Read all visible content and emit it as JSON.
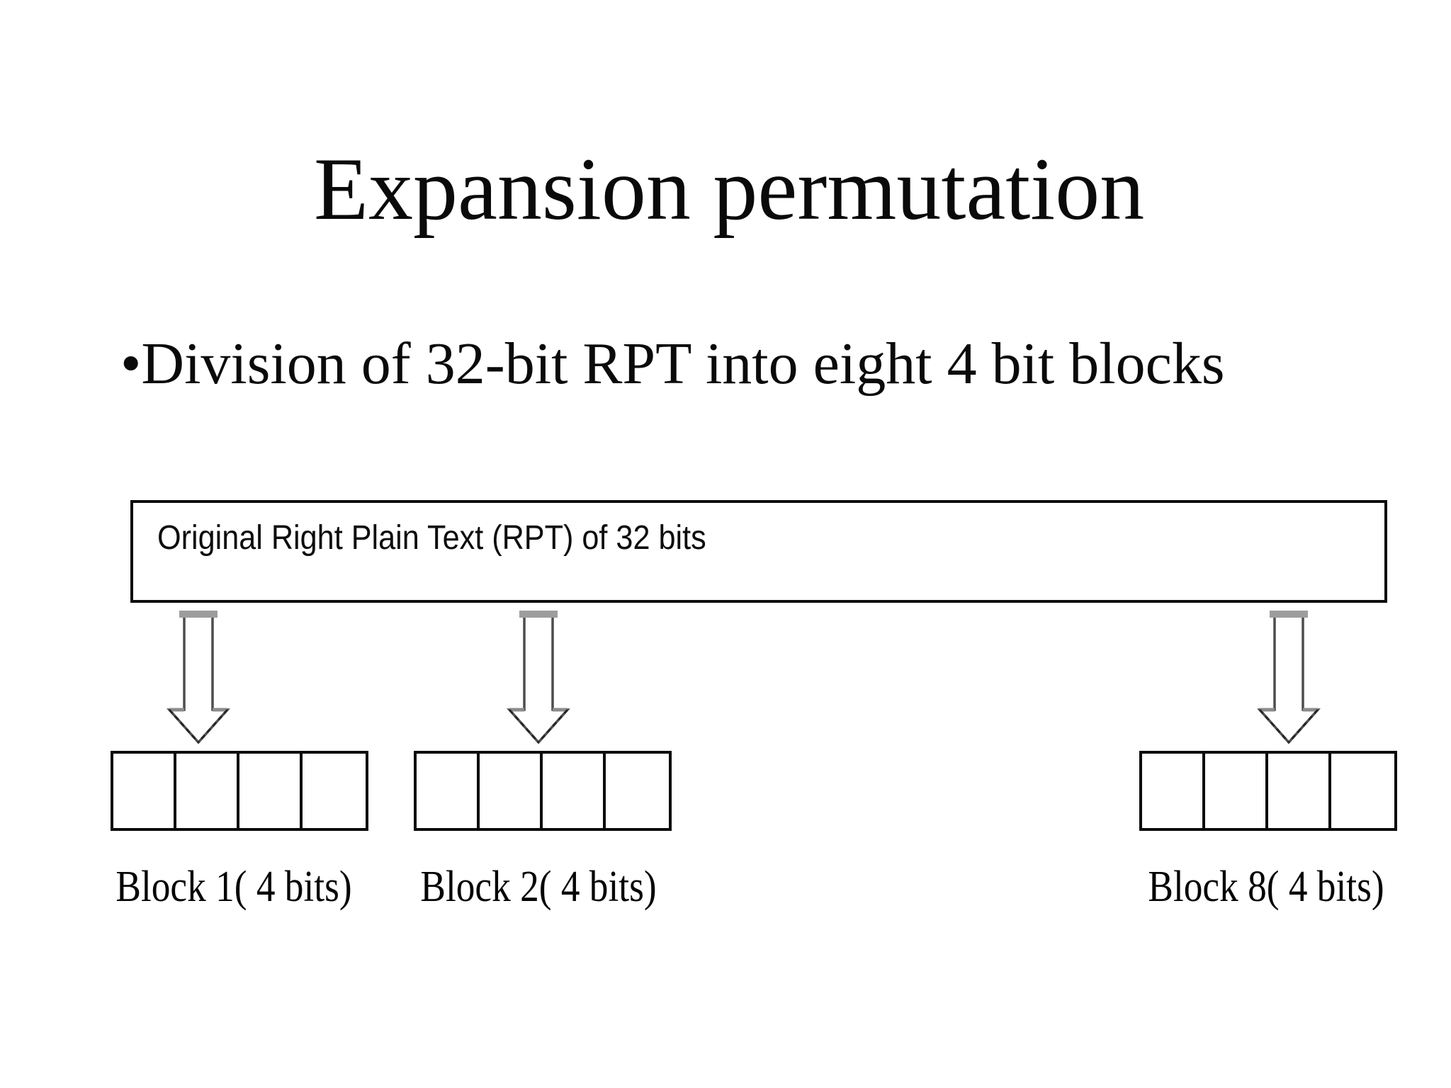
{
  "slide": {
    "title": "Expansion permutation",
    "bullet": {
      "marker": "•",
      "text": "Division of 32-bit RPT into eight 4 bit blocks"
    },
    "diagram": {
      "source_box_label": "Original Right Plain Text (RPT) of 32 bits",
      "arrow_count": 3,
      "blocks": [
        {
          "label": "Block 1( 4 bits)",
          "cells": 4
        },
        {
          "label": "Block 2( 4 bits)",
          "cells": 4
        },
        {
          "label": "Block 8( 4 bits)",
          "cells": 4
        }
      ]
    },
    "colors": {
      "background": "#ffffff",
      "ink": "#0a0a0a",
      "border": "#0b0b0b",
      "arrow_outline": "#4d4d4d",
      "arrow_cap_gray": "#9d9d9d"
    }
  }
}
